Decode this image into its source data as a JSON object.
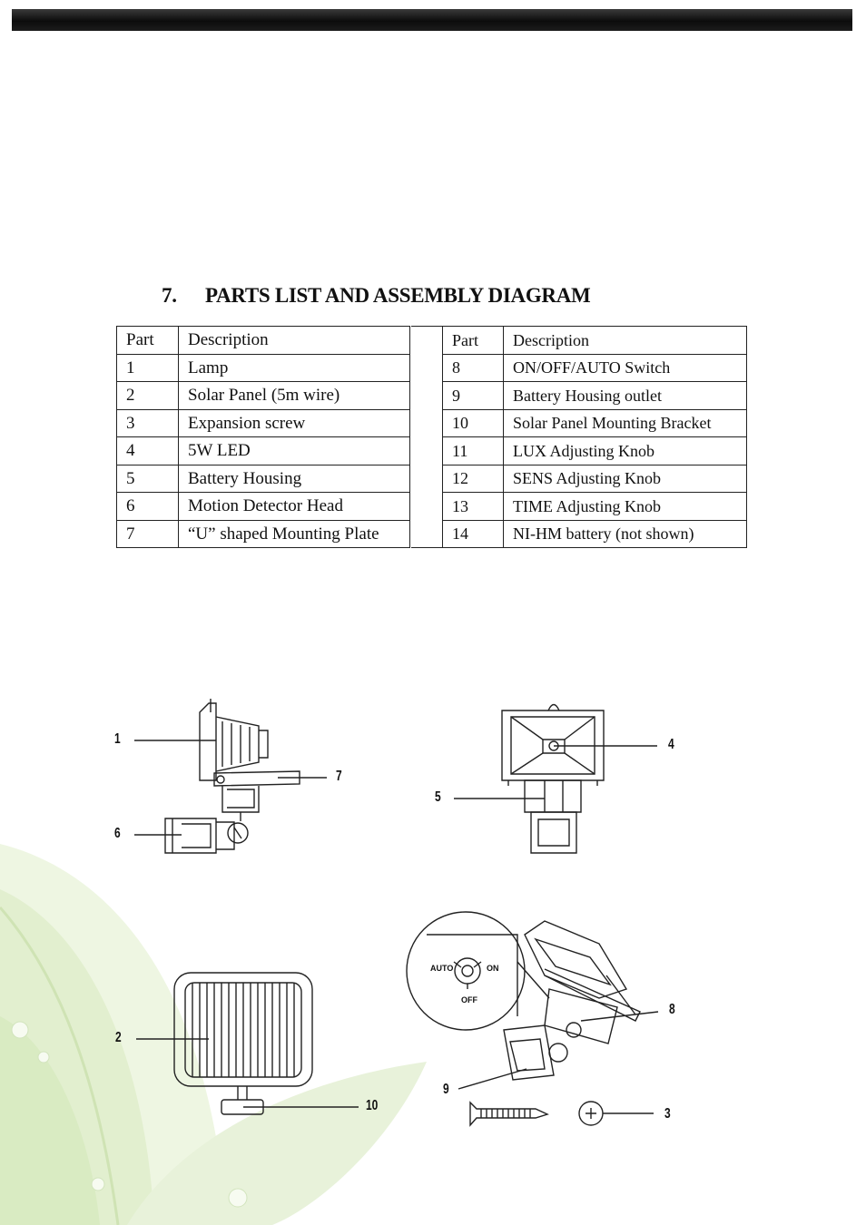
{
  "section": {
    "number": "7.",
    "title": "PARTS LIST AND ASSEMBLY DIAGRAM"
  },
  "parts_table": {
    "header": {
      "part": "Part",
      "description": "Description"
    },
    "left_rows": [
      {
        "part": "1",
        "description": "Lamp"
      },
      {
        "part": "2",
        "description": "Solar Panel (5m wire)"
      },
      {
        "part": "3",
        "description": "Expansion screw"
      },
      {
        "part": "4",
        "description": "5W LED"
      },
      {
        "part": "5",
        "description": "Battery Housing"
      },
      {
        "part": "6",
        "description": "Motion Detector Head"
      },
      {
        "part": "7",
        "description": "“U” shaped Mounting Plate"
      }
    ],
    "right_rows": [
      {
        "part": "8",
        "description": "ON/OFF/AUTO Switch"
      },
      {
        "part": "9",
        "description": "Battery Housing outlet"
      },
      {
        "part": "10",
        "description": "Solar Panel Mounting Bracket"
      },
      {
        "part": "11",
        "description": "LUX Adjusting Knob"
      },
      {
        "part": "12",
        "description": "SENS Adjusting Knob"
      },
      {
        "part": "13",
        "description": "TIME Adjusting Knob"
      },
      {
        "part": "14",
        "description": "NI-HM battery (not shown)"
      }
    ]
  },
  "diagram": {
    "callouts": [
      "1",
      "7",
      "6",
      "4",
      "5",
      "2",
      "10",
      "8",
      "9",
      "3"
    ],
    "switch_labels": {
      "auto": "AUTO",
      "on": "ON",
      "off": "OFF"
    }
  },
  "colors": {
    "header_bar": "#141414",
    "leaf_green": "#d9ecbf"
  }
}
